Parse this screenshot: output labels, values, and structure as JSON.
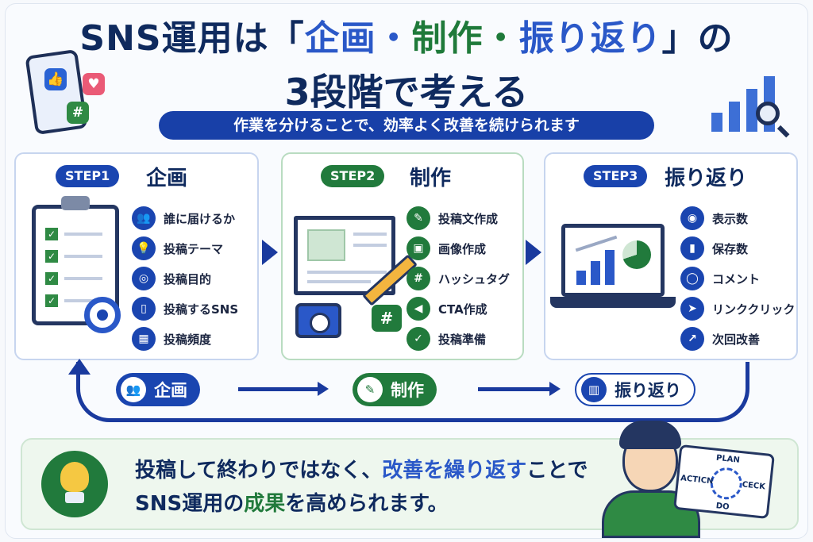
{
  "header": {
    "title_line1_a": "SNS運用は「",
    "title_line1_b": "企画・",
    "title_line1_c": "制作・",
    "title_line1_d": "振り返り",
    "title_line1_e": "」の",
    "title_line2": "3段階で考える",
    "subtitle": "作業を分けることで、効率よく改善を続けられます"
  },
  "steps": [
    {
      "badge": "STEP1",
      "title": "企画",
      "items": [
        {
          "icon": "users-icon",
          "glyph": "👥",
          "label": "誰に届けるか"
        },
        {
          "icon": "lightbulb-icon",
          "glyph": "💡",
          "label": "投稿テーマ"
        },
        {
          "icon": "target-icon",
          "glyph": "◎",
          "label": "投稿目的"
        },
        {
          "icon": "smartphone-icon",
          "glyph": "▯",
          "label": "投稿するSNS"
        },
        {
          "icon": "calendar-icon",
          "glyph": "▦",
          "label": "投稿頻度"
        }
      ]
    },
    {
      "badge": "STEP2",
      "title": "制作",
      "items": [
        {
          "icon": "pencil-icon",
          "glyph": "✎",
          "label": "投稿文作成"
        },
        {
          "icon": "image-icon",
          "glyph": "▣",
          "label": "画像作成"
        },
        {
          "icon": "hashtag-icon",
          "glyph": "#",
          "label": "ハッシュタグ"
        },
        {
          "icon": "megaphone-icon",
          "glyph": "◀",
          "label": "CTA作成"
        },
        {
          "icon": "check-icon",
          "glyph": "✓",
          "label": "投稿準備"
        }
      ]
    },
    {
      "badge": "STEP3",
      "title": "振り返り",
      "items": [
        {
          "icon": "eye-icon",
          "glyph": "◉",
          "label": "表示数"
        },
        {
          "icon": "bookmark-icon",
          "glyph": "▮",
          "label": "保存数"
        },
        {
          "icon": "comment-icon",
          "glyph": "◯",
          "label": "コメント"
        },
        {
          "icon": "cursor-icon",
          "glyph": "➤",
          "label": "リンククリック"
        },
        {
          "icon": "trend-icon",
          "glyph": "↗",
          "label": "次回改善"
        }
      ]
    }
  ],
  "cycle": {
    "plan": "企画",
    "make": "制作",
    "review": "振り返り"
  },
  "message": {
    "line1_a": "投稿して終わりではなく、",
    "line1_b": "改善を繰り返す",
    "line1_c": "ことで",
    "line2_a": "SNS運用の",
    "line2_b": "成果",
    "line2_c": "を高められます。"
  },
  "pdca": {
    "plan": "PLAN",
    "check": "CECK",
    "do": "DO",
    "action": "ACTICN"
  },
  "icons": {
    "like": "👍",
    "heart": "♥",
    "hash": "#"
  },
  "colors": {
    "navy": "#0f2a5e",
    "blue": "#1a45b0",
    "green": "#217a3c"
  }
}
